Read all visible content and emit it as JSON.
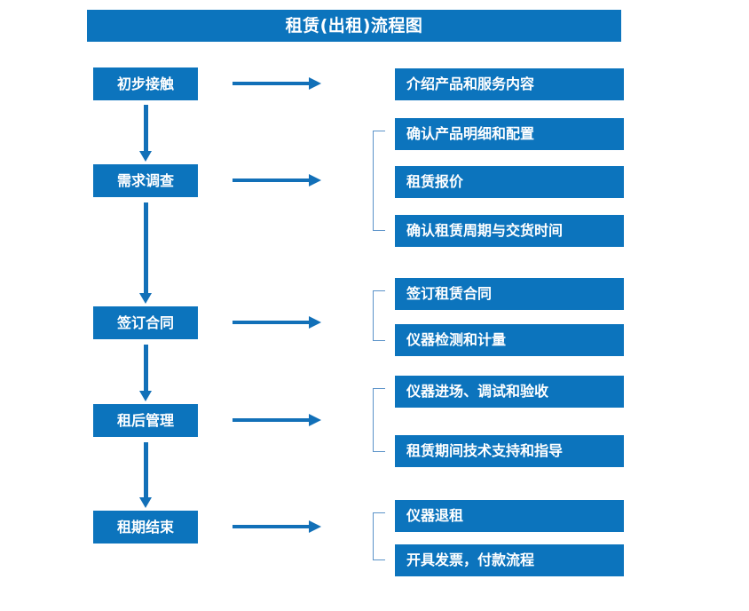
{
  "chart": {
    "title": "租赁(出租)流程图",
    "accent_color": "#0c74bd",
    "arrow_color": "#1270b8",
    "bracket_color": "#5b93c9",
    "text_color": "#ffffff",
    "background_color": "#ffffff"
  },
  "stages": [
    {
      "label": "初步接触"
    },
    {
      "label": "需求调查"
    },
    {
      "label": "签订合同"
    },
    {
      "label": "租后管理"
    },
    {
      "label": "租期结束"
    }
  ],
  "details": [
    {
      "label": "介绍产品和服务内容"
    },
    {
      "label": "确认产品明细和配置"
    },
    {
      "label": "租赁报价"
    },
    {
      "label": "确认租赁周期与交货时间"
    },
    {
      "label": "签订租赁合同"
    },
    {
      "label": "仪器检测和计量"
    },
    {
      "label": "仪器进场、调试和验收"
    },
    {
      "label": "租赁期间技术支持和指导"
    },
    {
      "label": "仪器退租"
    },
    {
      "label": "开具发票，付款流程"
    }
  ],
  "chart_data": {
    "type": "diagram",
    "title": "租赁(出租)流程图",
    "orientation": "vertical-with-side-branches",
    "nodes": [
      {
        "stage": "初步接触",
        "outputs": [
          "介绍产品和服务内容"
        ]
      },
      {
        "stage": "需求调查",
        "outputs": [
          "确认产品明细和配置",
          "租赁报价",
          "确认租赁周期与交货时间"
        ]
      },
      {
        "stage": "签订合同",
        "outputs": [
          "签订租赁合同",
          "仪器检测和计量"
        ]
      },
      {
        "stage": "租后管理",
        "outputs": [
          "仪器进场、调试和验收",
          "租赁期间技术支持和指导"
        ]
      },
      {
        "stage": "租期结束",
        "outputs": [
          "仪器退租",
          "开具发票，付款流程"
        ]
      }
    ],
    "edges": [
      {
        "from": "初步接触",
        "to": "需求调查",
        "type": "vertical-arrow"
      },
      {
        "from": "需求调查",
        "to": "签订合同",
        "type": "vertical-arrow"
      },
      {
        "from": "签订合同",
        "to": "租后管理",
        "type": "vertical-arrow"
      },
      {
        "from": "租后管理",
        "to": "租期结束",
        "type": "vertical-arrow"
      }
    ]
  }
}
